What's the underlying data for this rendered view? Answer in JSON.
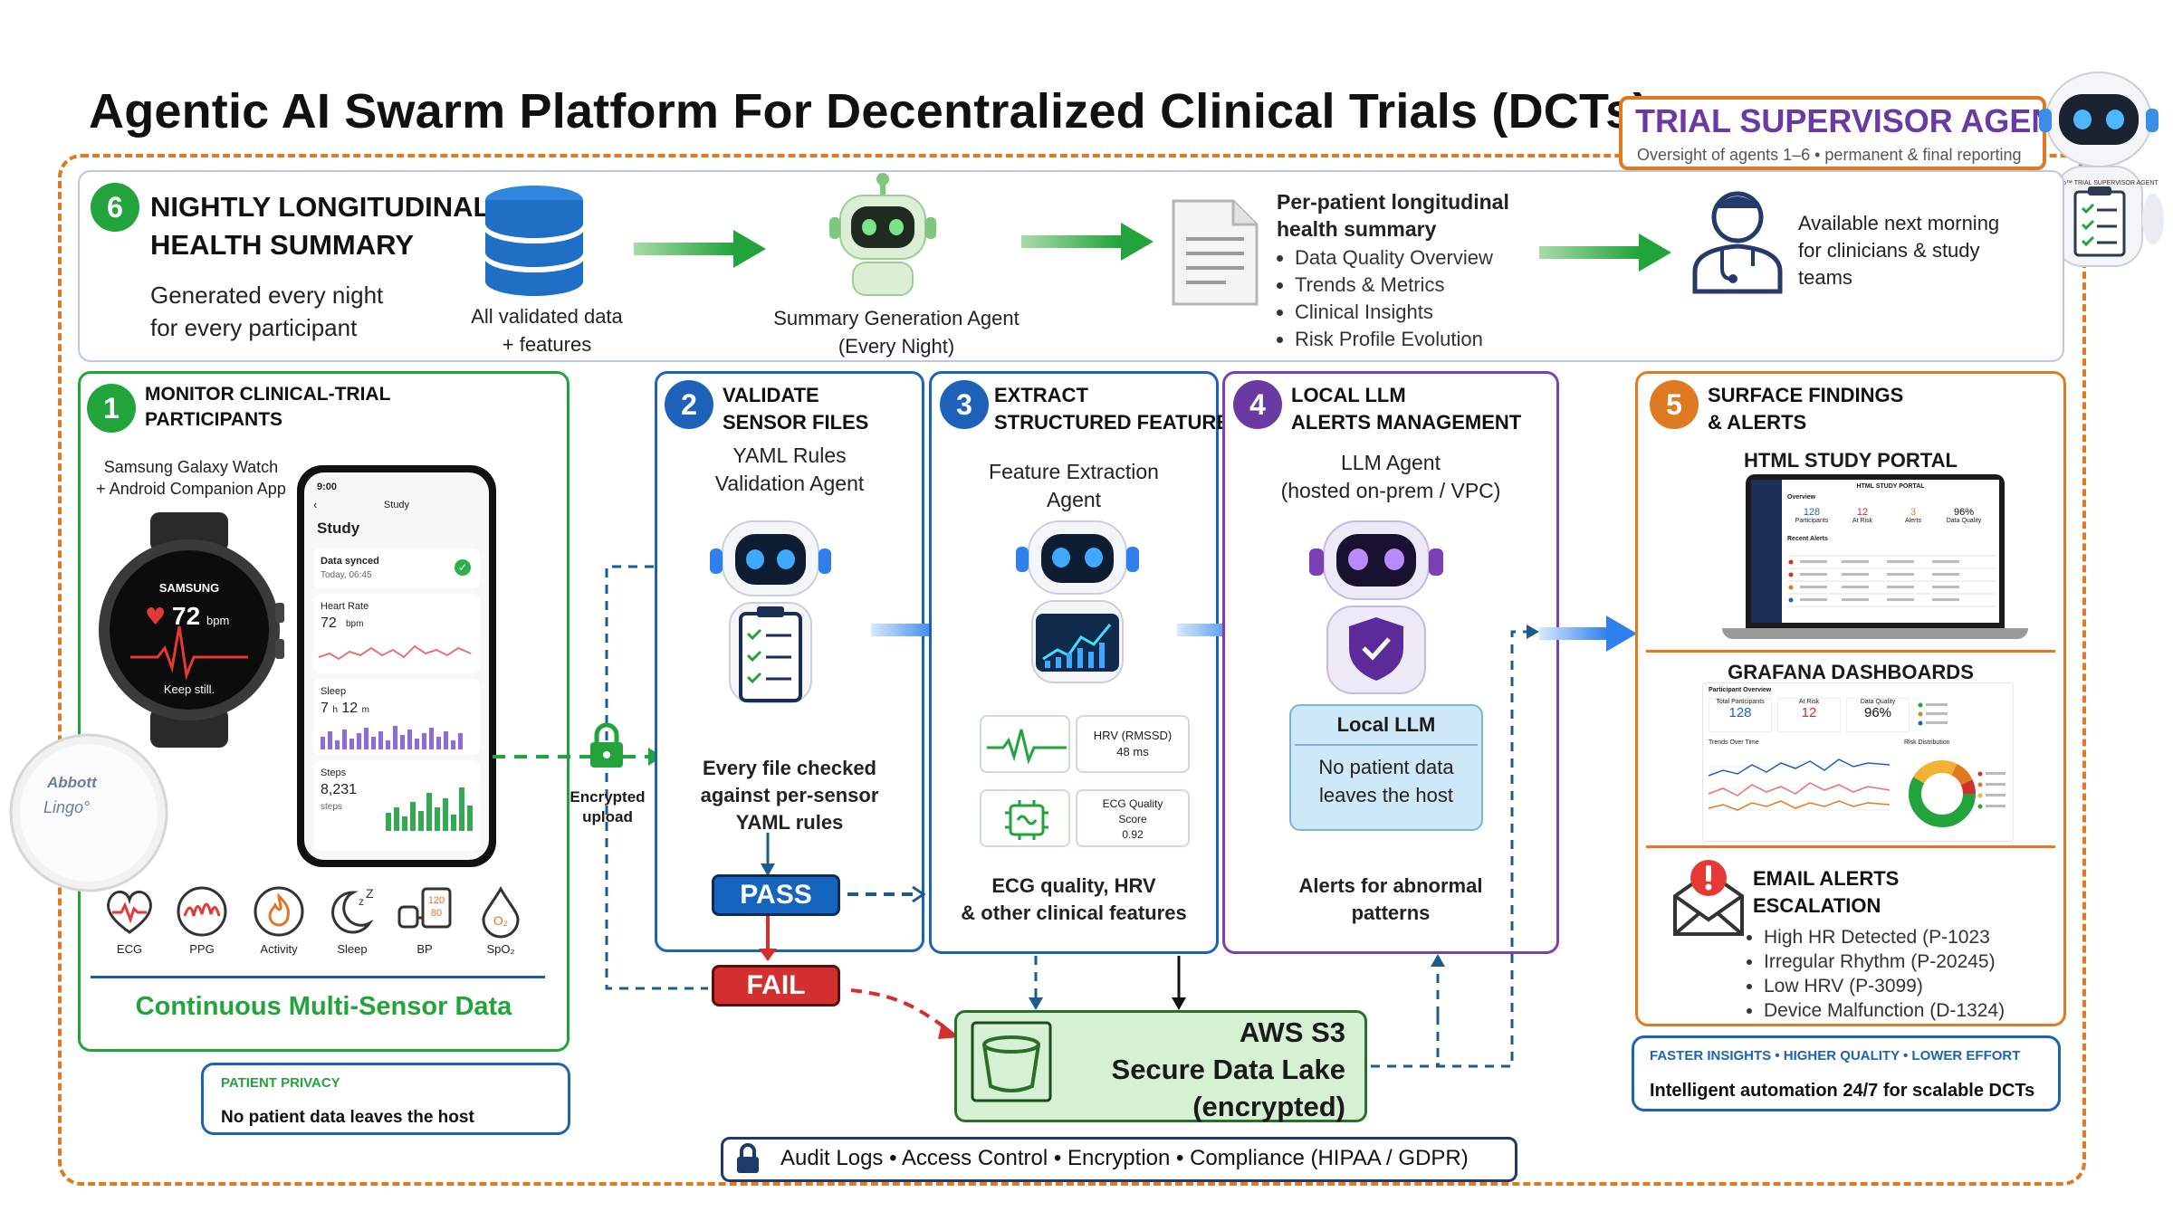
{
  "title": "Agentic AI Swarm Platform For Decentralized Clinical Trials (DCTs)",
  "supervisor": {
    "title": "TRIAL SUPERVISOR AGENT",
    "subtitle": "Oversight of agents 1–6 • permanent & final reporting",
    "robot_label": "StarDeep™ TRIAL SUPERVISOR AGENT"
  },
  "step6": {
    "number": "6",
    "title_line1": "NIGHTLY LONGITUDINAL",
    "title_line2": "HEALTH SUMMARY",
    "desc_line1": "Generated every night",
    "desc_line2": "for every participant",
    "db_label_line1": "All validated data",
    "db_label_line2": "+ features",
    "agent_line1": "Summary Generation Agent",
    "agent_line2": "(Every Night)",
    "summary_title_line1": "Per-patient longitudinal",
    "summary_title_line2": "health summary",
    "summary_items": [
      "Data Quality Overview",
      "Trends & Metrics",
      "Clinical Insights",
      "Risk Profile Evolution"
    ],
    "clinician_line1": "Available next morning",
    "clinician_line2": "for clinicians & study",
    "clinician_line3": "teams"
  },
  "step1": {
    "number": "1",
    "title_line1": "MONITOR CLINICAL-TRIAL",
    "title_line2": "PARTICIPANTS",
    "device_line1": "Samsung Galaxy Watch",
    "device_line2": "+ Android Companion App",
    "watch": {
      "brand": "SAMSUNG",
      "hr": "72",
      "unit": "bpm",
      "status": "Keep still."
    },
    "sensor_brand": "Abbott",
    "sensor_model": "Lingo°",
    "phone": {
      "time": "9:00",
      "header": "Study",
      "title": "Study",
      "synced_label": "Data synced",
      "synced_time": "Today, 06:45",
      "hr_label": "Heart Rate",
      "hr_value": "72",
      "hr_unit": "bpm",
      "sleep_label": "Sleep",
      "sleep_h": "7",
      "sleep_h_unit": "h",
      "sleep_m": "12",
      "sleep_m_unit": "m",
      "steps_label": "Steps",
      "steps_value": "8,231",
      "steps_unit": "steps"
    },
    "sensors": [
      {
        "icon": "ecg-icon",
        "label": "ECG"
      },
      {
        "icon": "ppg-icon",
        "label": "PPG"
      },
      {
        "icon": "activity-icon",
        "label": "Activity"
      },
      {
        "icon": "sleep-icon",
        "label": "Sleep"
      },
      {
        "icon": "bp-icon",
        "label": "BP",
        "screen_top": "120",
        "screen_bottom": "80"
      },
      {
        "icon": "spo2-icon",
        "label": "SpO₂"
      }
    ],
    "footer": "Continuous Multi-Sensor Data",
    "upload_line1": "Encrypted",
    "upload_line2": "upload"
  },
  "privacy": {
    "title": "PATIENT PRIVACY",
    "text": "No patient data leaves the host"
  },
  "step2": {
    "number": "2",
    "title_line1": "VALIDATE",
    "title_line2": "SENSOR FILES",
    "agent_line1": "YAML Rules",
    "agent_line2": "Validation Agent",
    "desc_line1": "Every file checked",
    "desc_line2": "against per-sensor",
    "desc_line3": "YAML rules",
    "pass": "PASS",
    "fail": "FAIL"
  },
  "step3": {
    "number": "3",
    "title_line1": "EXTRACT",
    "title_line2": "STRUCTURED FEATURES",
    "agent_line1": "Feature Extraction",
    "agent_line2": "Agent",
    "hrv_label": "HRV (RMSSD)",
    "hrv_value": "48 ms",
    "ecg_label_line1": "ECG Quality",
    "ecg_label_line2": "Score",
    "ecg_value": "0.92",
    "desc_line1": "ECG quality, HRV",
    "desc_line2": "& other clinical features"
  },
  "step4": {
    "number": "4",
    "title_line1": "LOCAL LLM",
    "title_line2": "ALERTS MANAGEMENT",
    "agent_line1": "LLM Agent",
    "agent_line2": "(hosted on-prem / VPC)",
    "box_title": "Local LLM",
    "box_line1": "No patient data",
    "box_line2": "leaves the host",
    "desc_line1": "Alerts for abnormal",
    "desc_line2": "patterns"
  },
  "step5": {
    "number": "5",
    "title_line1": "SURFACE FINDINGS",
    "title_line2": "& ALERTS",
    "portal_title": "HTML STUDY PORTAL",
    "portal_screen": {
      "header": "HTML STUDY PORTAL",
      "overview": "Overview",
      "stats": [
        {
          "value": "128",
          "label": "Participants"
        },
        {
          "value": "12",
          "label": "At Risk"
        },
        {
          "value": "3",
          "label": "Alerts"
        },
        {
          "value": "96%",
          "label": "Data Quality"
        }
      ],
      "recent": "Recent Alerts"
    },
    "grafana_title": "GRAFANA DASHBOARDS",
    "grafana": {
      "header": "Participant Overview",
      "stats": [
        {
          "value": "128",
          "label": "Total Participants"
        },
        {
          "value": "12",
          "label": "At Risk"
        },
        {
          "value": "96%",
          "label": "Data Quality"
        }
      ],
      "trends": "Trends Over Time",
      "risk": "Risk Distribution"
    },
    "email_title_line1": "EMAIL ALERTS",
    "email_title_line2": "ESCALATION",
    "email_items": [
      "High HR Detected (P-1023",
      "Irregular Rhythm (P-20245)",
      "Low HRV (P-3099)",
      "Device Malfunction (D-1324)"
    ]
  },
  "s3": {
    "line1": "AWS S3",
    "line2": "Secure Data Lake",
    "line3": "(encrypted)"
  },
  "audit": {
    "text": "Audit Logs • Access Control • Encryption • Compliance (HIPAA / GDPR)"
  },
  "benefits": {
    "title": "FASTER INSIGHTS • HIGHER QUALITY • LOWER EFFORT",
    "text": "Intelligent automation 24/7 for scalable DCTs"
  },
  "colors": {
    "green": "#23a33b",
    "blue": "#1d62b8",
    "purple": "#7b3fb6",
    "orange": "#e07a22",
    "pass": "#1565c0",
    "fail": "#d32f2f",
    "s3_fill": "#d6f0d3"
  }
}
